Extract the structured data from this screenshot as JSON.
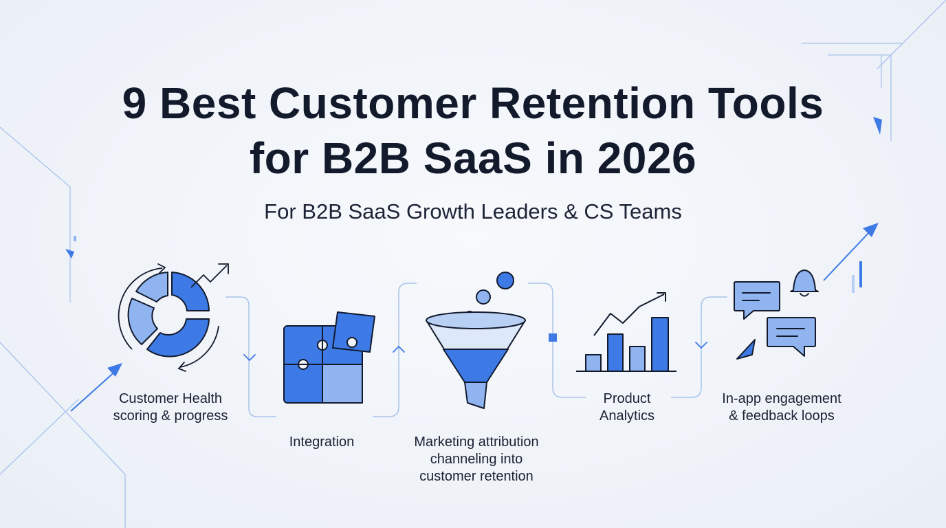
{
  "header": {
    "title_line1": "9 Best Customer Retention Tools",
    "title_line2": "for B2B SaaS in 2026",
    "subtitle": "For B2B SaaS Growth Leaders & CS Teams"
  },
  "steps": [
    {
      "icon": "donut-chart-icon",
      "line1": "Customer Health",
      "line2": "scoring & progress"
    },
    {
      "icon": "puzzle-icon",
      "line1": "Integration"
    },
    {
      "icon": "funnel-icon",
      "line1": "Marketing attribution",
      "line2": "channeling into",
      "line3": "customer retention"
    },
    {
      "icon": "bar-chart-icon",
      "line1": "Product",
      "line2": "Analytics"
    },
    {
      "icon": "chat-bubbles-icon",
      "line1": "In-app engagement",
      "line2": "& feedback loops"
    }
  ],
  "colors": {
    "primary": "#3d7ae6",
    "light": "#8fb4f0",
    "pale": "#b9d0f5",
    "outline": "#121a2c",
    "connector": "#a9c3ea",
    "background": "#f1f4f9"
  }
}
